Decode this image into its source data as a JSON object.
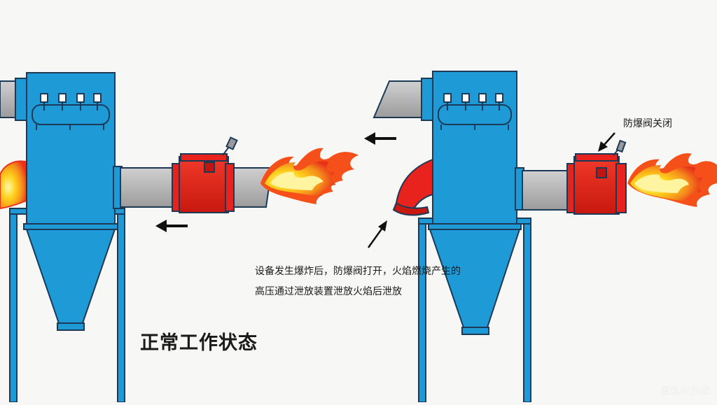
{
  "labels": {
    "normal_state": "正常工作状态",
    "valve_closed": "防爆阀关闭",
    "description_line1": "设备发生爆炸后，防爆阀打开，火焰燃烧产生的",
    "description_line2": "高压通过泄放装置泄放火焰后泄放"
  },
  "watermark": "豆包AI生成",
  "colors": {
    "collector_blue": "#1e9bd7",
    "outline": "#1c3a57",
    "valve_red": "#e8231d",
    "duct_gray": "#b4b4b4",
    "flame_orange": "#f5601a",
    "flame_yellow": "#ffd21c",
    "background": "#f7f7f5"
  },
  "icons": [
    "arrow-icon",
    "flame-icon",
    "valve-lever-icon"
  ]
}
